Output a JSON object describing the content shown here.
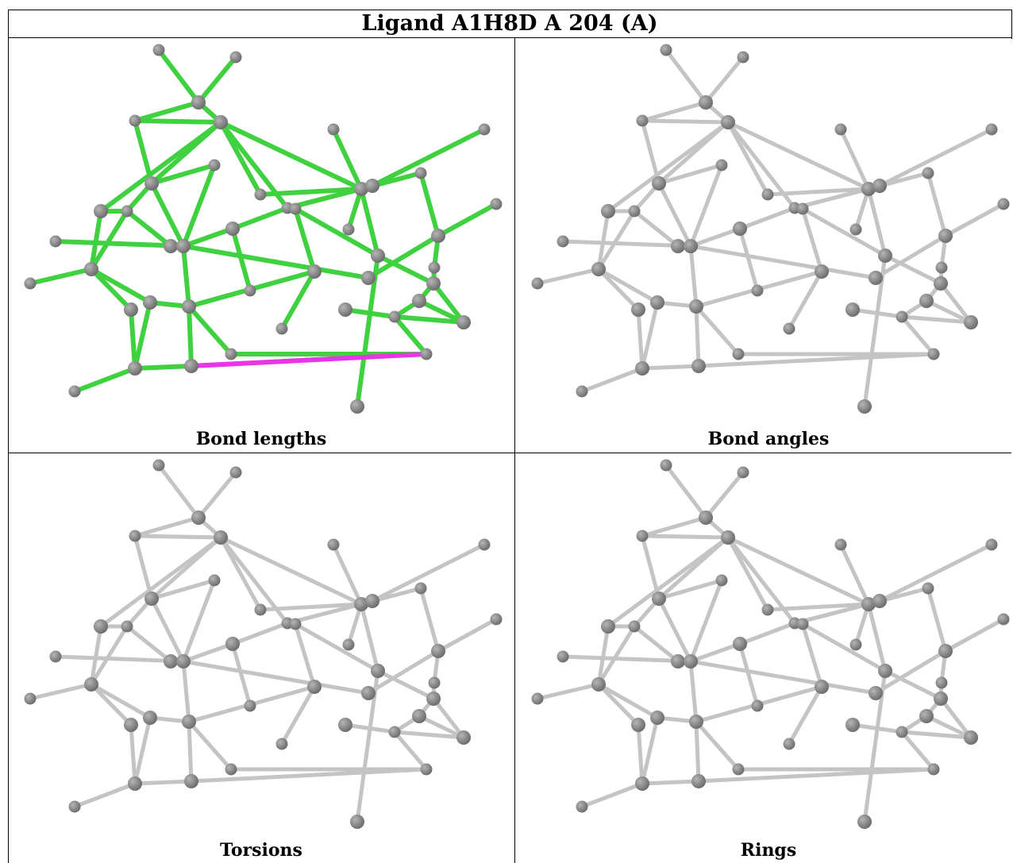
{
  "title": "Ligand A1H8D A 204 (A)",
  "panels": [
    {
      "caption": "Bond lengths",
      "highlight": "bond-lengths"
    },
    {
      "caption": "Bond angles",
      "highlight": "none"
    },
    {
      "caption": "Torsions",
      "highlight": "none"
    },
    {
      "caption": "Rings",
      "highlight": "none"
    }
  ],
  "colors": {
    "bond_default": "#c4c4c4",
    "bond_ok": "#3fd13f",
    "bond_outlier": "#e636e6",
    "atom": "#6e6e6e",
    "atom_highlight": "#b5b5b5"
  }
}
